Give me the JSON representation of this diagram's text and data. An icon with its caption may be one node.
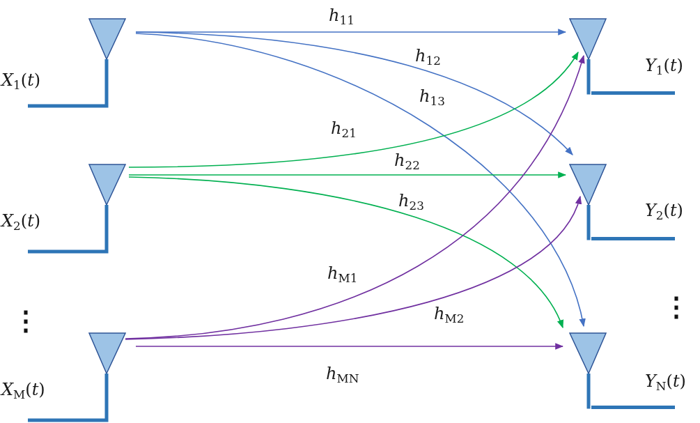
{
  "diagram": {
    "nodes": [
      {
        "text": [],
        "shape": "antenna",
        "beside": [
          "*X*$_{1}$(*t*)"
        ]
      },
      {
        "text": [],
        "shape": "antenna",
        "beside": [
          "*X*$_{2}$(*t*)"
        ]
      },
      {
        "text": [],
        "shape": "antenna",
        "beside": [
          "*X*$_{M}$(*t*)"
        ]
      },
      {
        "text": [],
        "shape": "antenna",
        "beside": [
          "*Y*$_{1}$(*t*)"
        ]
      },
      {
        "text": [],
        "shape": "antenna",
        "beside": [
          "*Y*$_{2}$(*t*)"
        ]
      },
      {
        "text": [],
        "shape": "antenna",
        "beside": [
          "*Y*$_{N}$(*t*)"
        ]
      }
    ],
    "edges": [
      {
        "from": 0,
        "to": 3,
        "arrow": "to",
        "label": "*h*$_{11}$",
        "color": "#4472c4"
      },
      {
        "from": 0,
        "to": 4,
        "arrow": "to",
        "label": "*h*$_{12}$",
        "color": "#4472c4"
      },
      {
        "from": 0,
        "to": 5,
        "arrow": "to",
        "label": "*h*$_{13}$",
        "color": "#4472c4"
      },
      {
        "from": 1,
        "to": 3,
        "arrow": "to",
        "label": "*h*$_{21}$",
        "color": "#00b050"
      },
      {
        "from": 1,
        "to": 4,
        "arrow": "to",
        "label": "*h*$_{22}$",
        "color": "#00b050"
      },
      {
        "from": 1,
        "to": 5,
        "arrow": "to",
        "label": "*h*$_{23}$",
        "color": "#00b050"
      },
      {
        "from": 2,
        "to": 3,
        "arrow": "to",
        "label": "*h*$_{M1}$",
        "color": "#7030a0"
      },
      {
        "from": 2,
        "to": 4,
        "arrow": "to",
        "label": "*h*$_{M2}$",
        "color": "#7030a0"
      },
      {
        "from": 2,
        "to": 5,
        "arrow": "to",
        "label": "*h*$_{MN}$",
        "color": "#7030a0"
      }
    ],
    "labels": [
      "⋮",
      "⋮"
    ]
  }
}
